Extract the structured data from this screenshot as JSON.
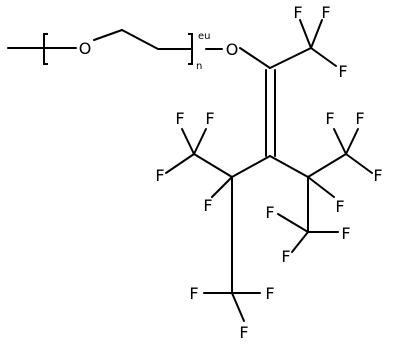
{
  "molecule": {
    "oxygen_label": "O",
    "fluorine_label": "F",
    "repeat_label": "n",
    "end_label": "eu"
  }
}
